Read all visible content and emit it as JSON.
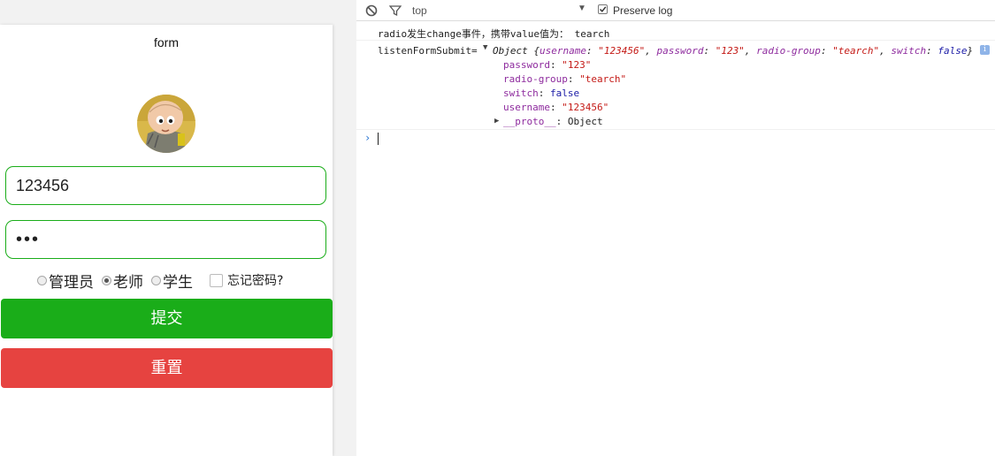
{
  "form": {
    "title": "form",
    "username_value": "123456",
    "password_value": "•••",
    "radios": [
      {
        "label": "管理员",
        "checked": false
      },
      {
        "label": "老师",
        "checked": true
      },
      {
        "label": "学生",
        "checked": false
      }
    ],
    "remember_label": "忘记密码?",
    "submit_label": "提交",
    "reset_label": "重置"
  },
  "devtools": {
    "context": "top",
    "preserve_log_label": "Preserve log",
    "preserve_log_checked": true,
    "log1": "radio发生change事件，携带value值为： tearch",
    "log2": {
      "prefix": "listenFormSubmit=",
      "object_word": "Object",
      "summary": {
        "username_key": "username",
        "username_val": "\"123456\"",
        "password_key": "password",
        "password_val": "\"123\"",
        "radio_key": "radio-group",
        "radio_val": "\"tearch\"",
        "switch_key": "switch",
        "switch_val": "false"
      },
      "props": [
        {
          "key": "password",
          "value": "\"123\"",
          "kind": "string"
        },
        {
          "key": "radio-group",
          "value": "\"tearch\"",
          "kind": "string"
        },
        {
          "key": "switch",
          "value": "false",
          "kind": "bool"
        },
        {
          "key": "username",
          "value": "\"123456\"",
          "kind": "string"
        }
      ],
      "proto_key": "__proto__",
      "proto_value": "Object"
    },
    "info_icon": "i"
  },
  "colors": {
    "green": "#1aad19",
    "red": "#e64340"
  }
}
